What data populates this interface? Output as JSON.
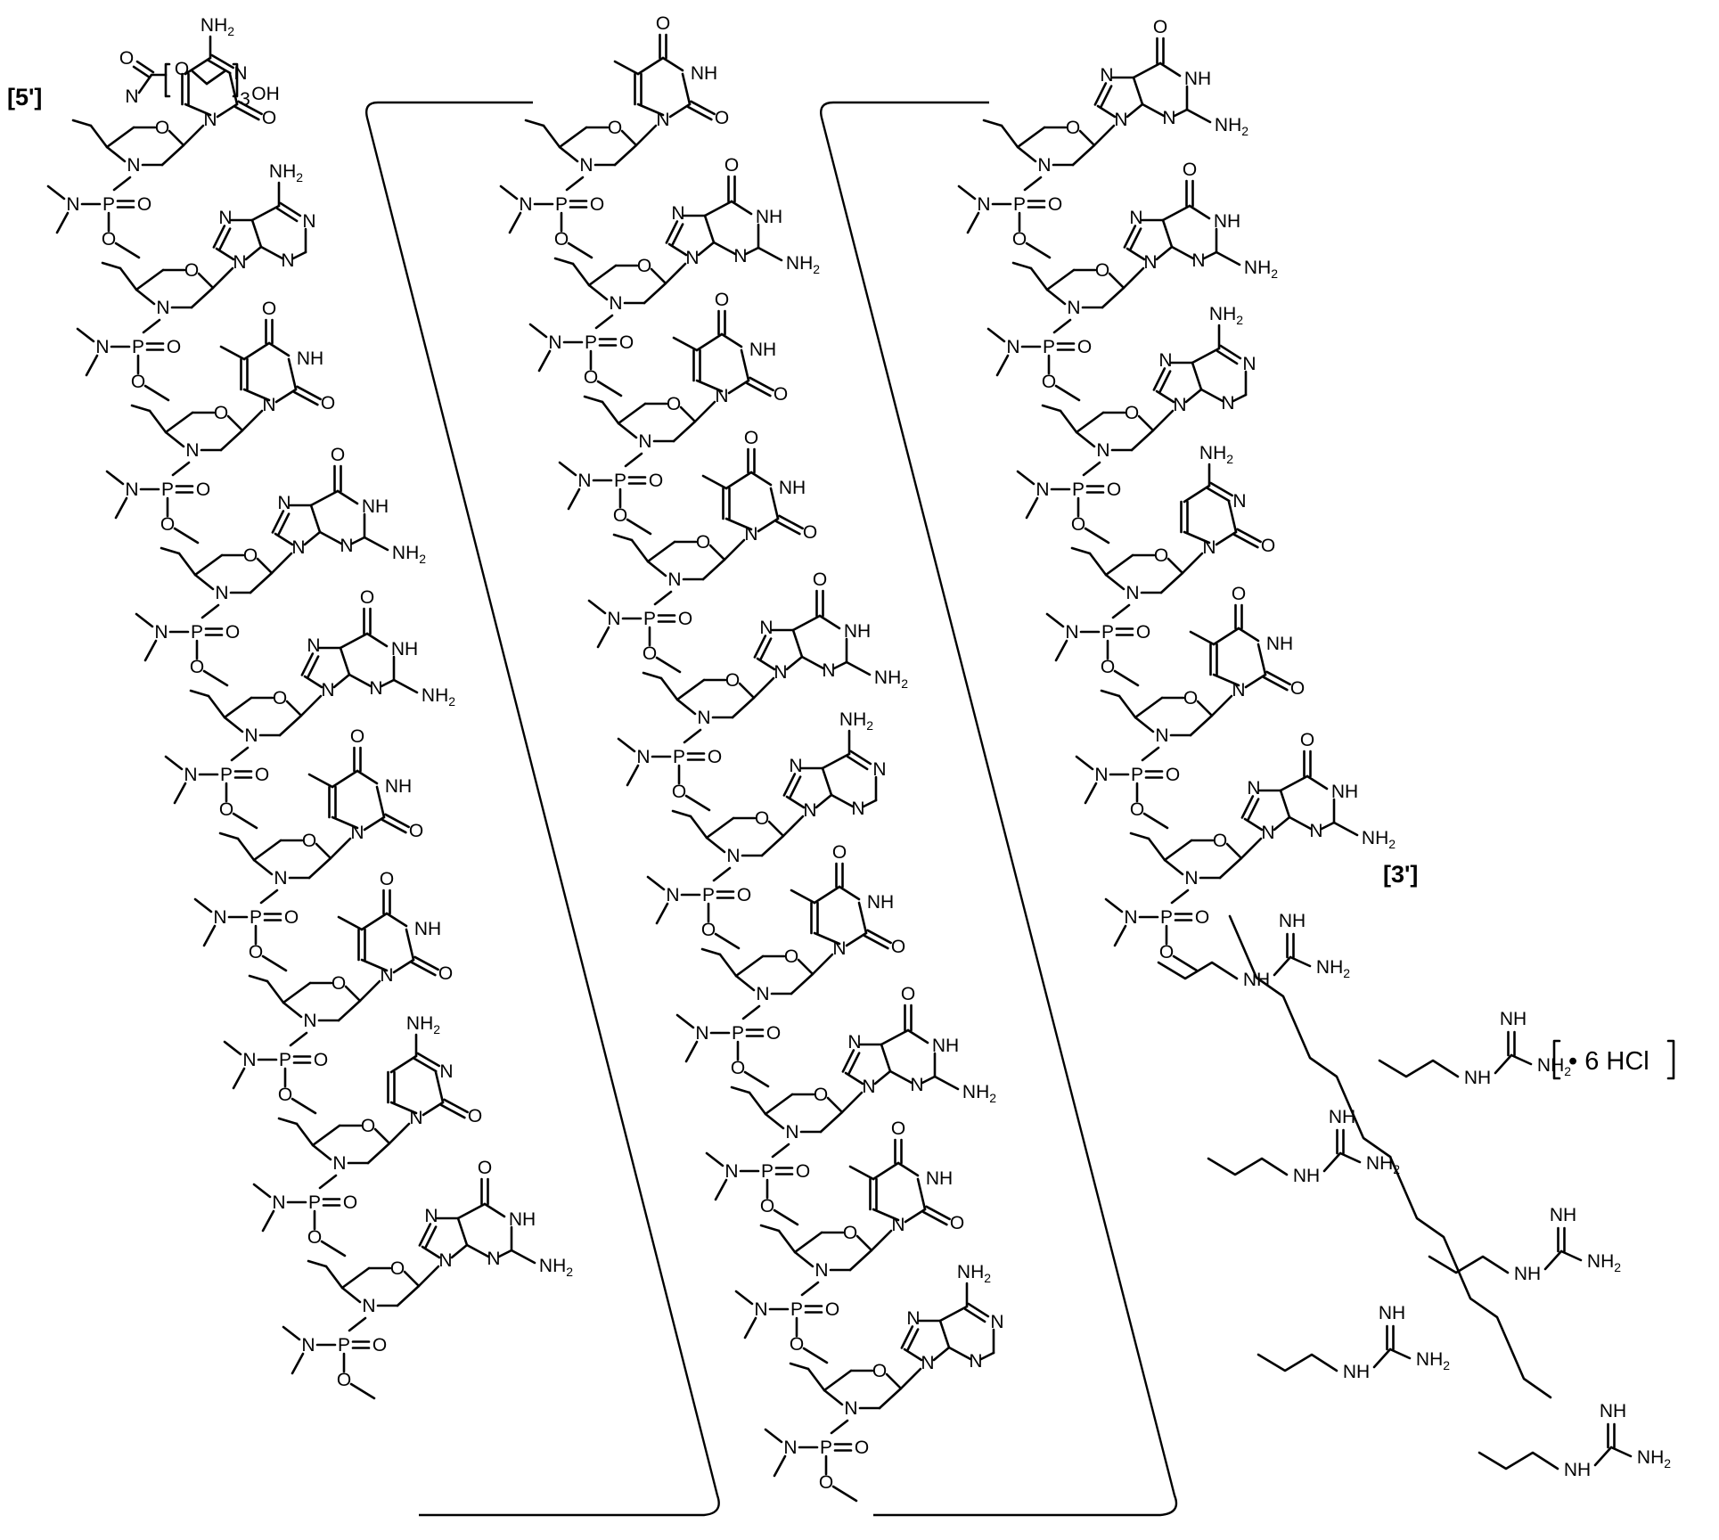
{
  "labels": {
    "five_prime": "[5']",
    "three_prime": "[3']",
    "salt": "• 6 HCl"
  },
  "atoms": {
    "nitrogen": "N",
    "oxygen": "O",
    "phosphorus": "P",
    "hydroxyl": "OH",
    "imine": "NH",
    "amine": "NH",
    "amine_sub": "2",
    "amine_prefix": "H",
    "peg_repeat": "3"
  },
  "strands": [
    {
      "name": "column-1",
      "bases": [
        "C",
        "A",
        "T",
        "G",
        "G",
        "T",
        "T",
        "C",
        "G"
      ]
    },
    {
      "name": "column-2",
      "bases": [
        "T",
        "G",
        "T",
        "T",
        "G",
        "A",
        "T",
        "G",
        "T",
        "A"
      ]
    },
    {
      "name": "column-3",
      "bases": [
        "G",
        "G",
        "A",
        "C",
        "T",
        "G"
      ]
    }
  ],
  "peptide": {
    "residues": 6,
    "guanidines": 6,
    "terminus": "acetyl"
  }
}
